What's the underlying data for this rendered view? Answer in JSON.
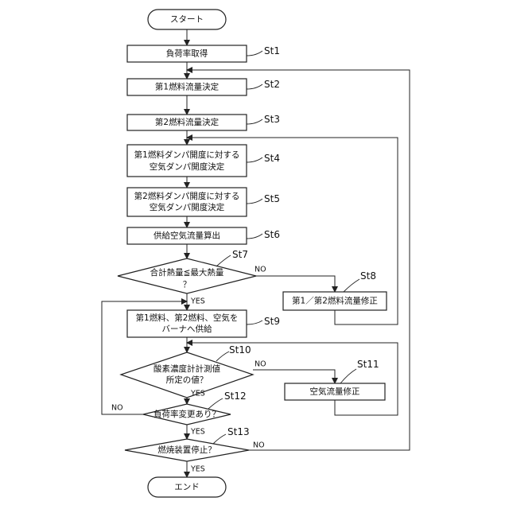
{
  "flowchart": {
    "start": "スタート",
    "end": "エンド",
    "steps": {
      "st1": "負荷率取得",
      "st2": "第1燃料流量決定",
      "st3": "第2燃料流量決定",
      "st4_line1": "第1燃料ダンパ開度に対する",
      "st4_line2": "空気ダンパ開度決定",
      "st5_line1": "第2燃料ダンパ開度に対する",
      "st5_line2": "空気ダンパ開度決定",
      "st6": "供給空気流量算出",
      "st7_line1": "合計熱量≦最大熱量",
      "st7_line2": "？",
      "st8": "第1／第2燃料流量修正",
      "st9_line1": "第1燃料、第2燃料、空気を",
      "st9_line2": "バーナへ供給",
      "st10_line1": "酸素濃度計計測値",
      "st10_line2": "所定の値？",
      "st11": "空気流量修正",
      "st12": "負荷率変更あり？",
      "st13": "燃焼装置停止？"
    },
    "labels": {
      "st1": "St1",
      "st2": "St2",
      "st3": "St3",
      "st4": "St4",
      "st5": "St5",
      "st6": "St6",
      "st7": "St7",
      "st8": "St8",
      "st9": "St9",
      "st10": "St10",
      "st11": "St11",
      "st12": "St12",
      "st13": "St13"
    },
    "branches": {
      "yes": "YES",
      "no": "NO"
    }
  }
}
